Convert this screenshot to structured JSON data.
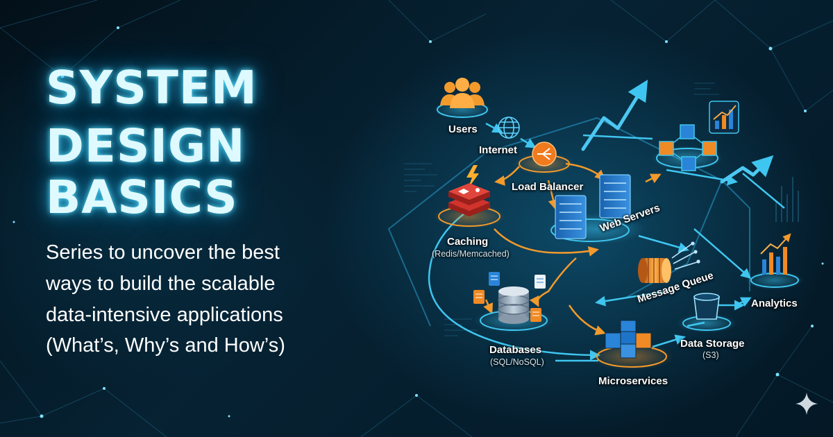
{
  "title_lines": [
    "SYSTEM",
    "DESIGN",
    "BASICS"
  ],
  "subtitle_lines": [
    "Series to uncover the best",
    "ways to build the scalable",
    "data-intensive applications",
    "(What’s, Why’s and How’s)"
  ],
  "nodes": {
    "users": "Users",
    "internet": "Internet",
    "load_balancer": "Load Balancer",
    "caching": "Caching",
    "caching_sub": "(Redis/Memcached)",
    "web_servers": "Web Servers",
    "message_queue": "Message Queue",
    "analytics": "Analytics",
    "databases": "Databases",
    "databases_sub": "(SQL/NoSQL)",
    "data_storage": "Data Storage",
    "data_storage_sub": "(S3)",
    "microservices": "Microservices"
  },
  "colors": {
    "background": "#04131d",
    "title_glow": "#5ae1ff",
    "connector_cyan": "#3fc6f0",
    "connector_orange": "#f39a2c",
    "node_orange": "#f08a24",
    "node_blue": "#1e74c8",
    "cache_red": "#d0342c"
  },
  "icons": [
    "users-icon",
    "globe-icon",
    "load-balancer-icon",
    "lightning-icon",
    "redis-icon",
    "server-rack-icon",
    "message-queue-icon",
    "bar-chart-icon",
    "database-icon",
    "document-icon",
    "bucket-icon",
    "cube-cluster-icon",
    "trend-arrow-icon",
    "sparkle-icon"
  ]
}
